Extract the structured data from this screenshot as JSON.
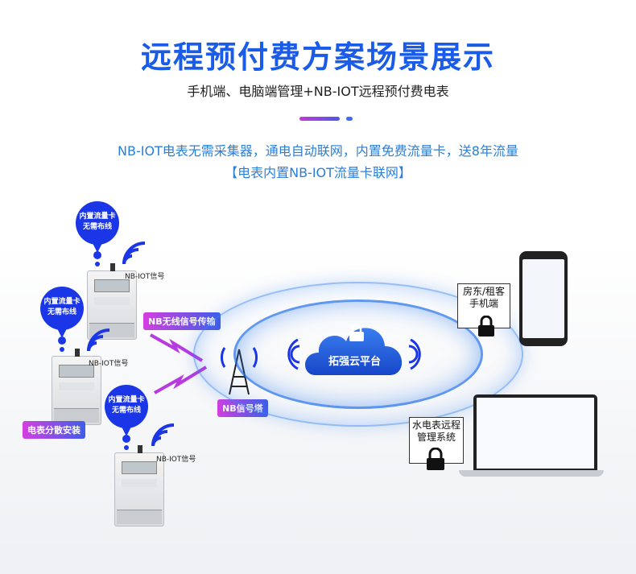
{
  "title": "远程预付费方案场景展示",
  "subtitle": "手机端、电脑端管理+NB-IOT远程预付费电表",
  "description_line1": "NB-IOT电表无需采集器，通电自动联网，内置免费流量卡，送8年流量",
  "description_line2": "【电表内置NB-IOT流量卡联网】",
  "meters": [
    {
      "bubble_line1": "内置流量卡",
      "bubble_line2": "无需布线",
      "signal_label": "NB-IOT信号"
    },
    {
      "bubble_line1": "内置流量卡",
      "bubble_line2": "无需布线",
      "signal_label": "NB-IOT信号"
    },
    {
      "bubble_line1": "内置流量卡",
      "bubble_line2": "无需布线",
      "signal_label": "NB-IOT信号"
    }
  ],
  "tag_wireless": "NB无线信号传输",
  "tag_install": "电表分散安装",
  "tag_tower": "NB信号塔",
  "cloud_label": "拓强云平台",
  "phone_box": {
    "line1": "房东/租客",
    "line2": "手机端"
  },
  "laptop_box": {
    "line1": "水电表远程",
    "line2": "管理系统"
  },
  "colors": {
    "title_blue": "#1a5ce8",
    "bubble_blue": "#1b36e6",
    "desc_blue": "#2a7fd9"
  }
}
